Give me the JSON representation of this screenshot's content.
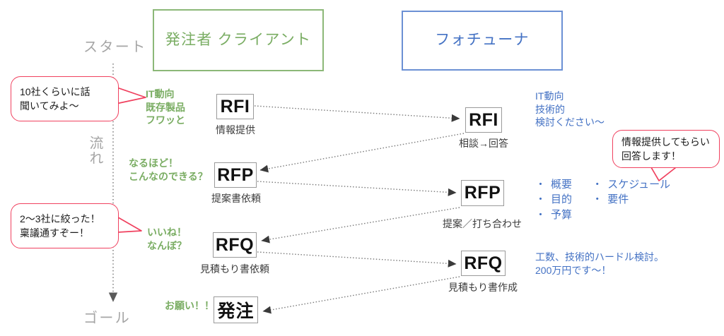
{
  "colors": {
    "client_green": "#7aad63",
    "vendor_blue": "#4472c4",
    "callout_red": "#f0415f",
    "stage_gray": "#a6a6a6",
    "node_border": "#9a9a9a",
    "edge_gray": "#808080"
  },
  "parties": {
    "client": "発注者\nクライアント",
    "vendor": "フォチューナ"
  },
  "timeline": {
    "start_label": "スタート",
    "middle_label": "流れ",
    "goal_label": "ゴール"
  },
  "callouts": [
    {
      "id": "callout-10-companies",
      "text": "10社くらいに話\n聞いてみよ〜"
    },
    {
      "id": "callout-narrowed-down",
      "text": "2〜3社に絞った！\n稟議通すぞー！"
    },
    {
      "id": "callout-provide-info",
      "text": "情報提供してもらい\n回答します！"
    }
  ],
  "client_nodes": [
    {
      "id": "rfi",
      "title": "RFI",
      "caption": "情報提供",
      "note": "IT動向\n既存製品\nフワッと"
    },
    {
      "id": "rfp",
      "title": "RFP",
      "caption": "提案書依頼",
      "note": "なるほど！\nこんなのできる？"
    },
    {
      "id": "rfq",
      "title": "RFQ",
      "caption": "見積もり書依頼",
      "note": "いいね！\nなんぼ？"
    },
    {
      "id": "order",
      "title": "発注",
      "caption": "",
      "note": "お願い！！"
    }
  ],
  "vendor_nodes": [
    {
      "id": "rfi",
      "title": "RFI",
      "caption": "相談→回答",
      "note": "IT動向\n技術的\n検討ください〜"
    },
    {
      "id": "rfp",
      "title": "RFP",
      "caption": "提案／打ち合わせ",
      "note": ""
    },
    {
      "id": "rfq",
      "title": "RFQ",
      "caption": "見積もり書作成",
      "note": "工数、技術的ハードル検討。\n200万円です〜！"
    }
  ],
  "rfp_bullets": {
    "column_1": [
      "概要",
      "目的",
      "予算"
    ],
    "column_2": [
      "スケジュール",
      "要件"
    ],
    "marker": "・"
  }
}
